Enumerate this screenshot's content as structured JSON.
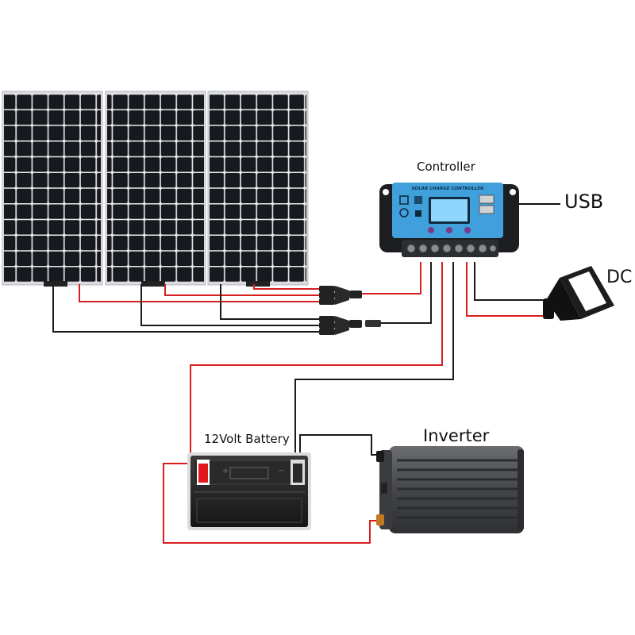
{
  "labels": {
    "controller": "Controller",
    "usb": "USB",
    "dc": "DC",
    "battery": "12Volt Battery",
    "inverter": "Inverter",
    "controller_face": "SOLAR CHARGE CONTROLLER"
  },
  "colors": {
    "positive_wire": "#d81e1e",
    "negative_wire": "#1a1a1a",
    "panel_cell": "#17191f",
    "controller_body": "#1c1e22",
    "controller_face": "#3fa0dc",
    "lcd": "#8fd6ff",
    "battery_body": "#2b2b2b",
    "inverter_body": "#4a4c4f"
  },
  "components": {
    "solar_panel_count": 3,
    "panel_icon": "solar-panel-icon",
    "controller_icon": "charge-controller-icon",
    "battery_icon": "battery-icon",
    "inverter_icon": "inverter-icon",
    "dc_load_icon": "floodlight-icon",
    "usb_icon": "usb-port-icon"
  }
}
